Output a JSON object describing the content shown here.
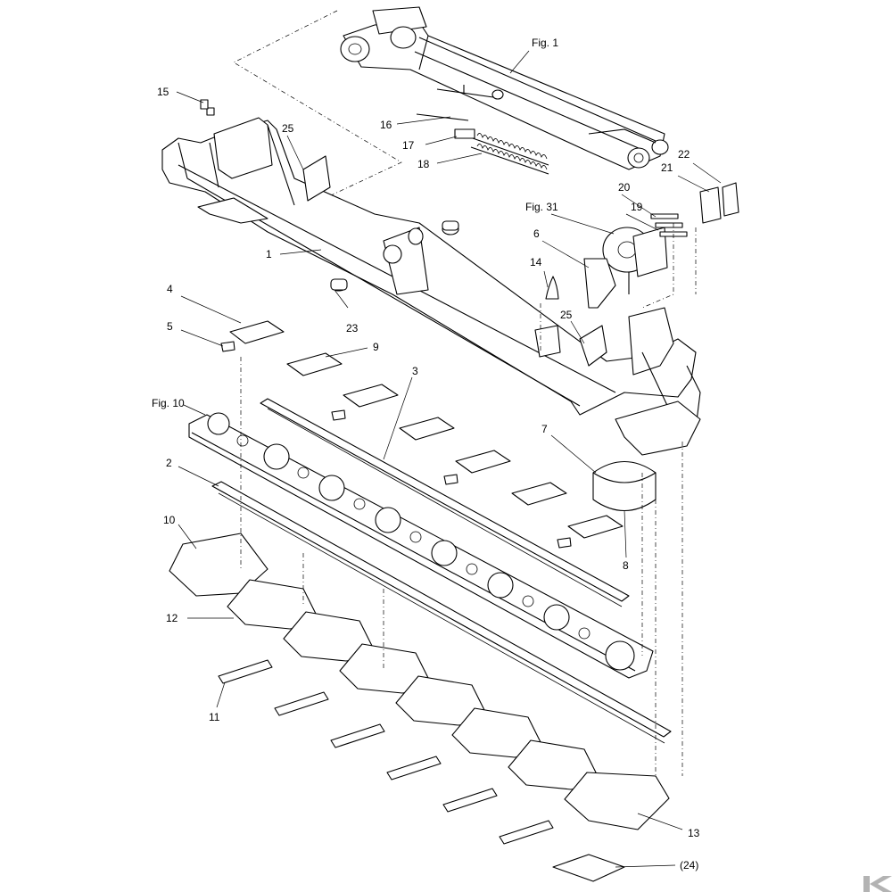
{
  "figure_labels": {
    "fig1": "Fig. 1",
    "fig31": "Fig. 31",
    "fig10": "Fig. 10"
  },
  "callouts": {
    "c1": "1",
    "c2": "2",
    "c3": "3",
    "c4": "4",
    "c5": "5",
    "c6": "6",
    "c7": "7",
    "c8": "8",
    "c9": "9",
    "c10": "10",
    "c11": "11",
    "c12": "12",
    "c13": "13",
    "c14": "14",
    "c15": "15",
    "c16": "16",
    "c17": "17",
    "c18": "18",
    "c19": "19",
    "c20": "20",
    "c21": "21",
    "c22": "22",
    "c23": "23",
    "c24": "(24)",
    "c25a": "25",
    "c25b": "25"
  },
  "brand_mark_icon": "kramp-k-logo",
  "colors": {
    "line": "#000000",
    "background": "#ffffff",
    "logo": "#b3b3b3"
  }
}
